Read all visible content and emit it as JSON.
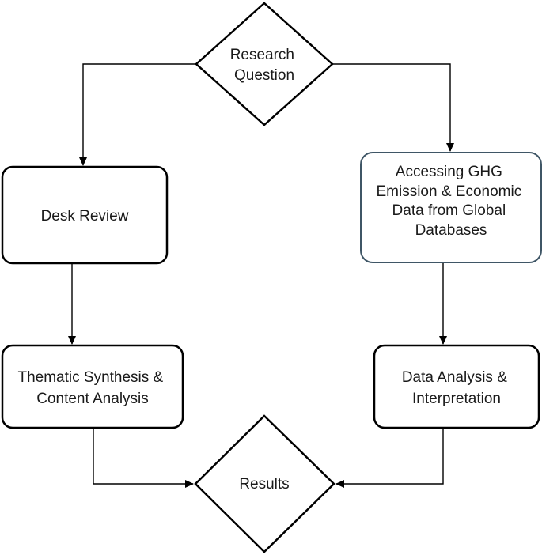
{
  "nodes": {
    "research_question": {
      "lines": [
        "Research",
        "Question"
      ]
    },
    "desk_review": {
      "lines": [
        "Desk Review"
      ]
    },
    "accessing_data": {
      "lines": [
        "Accessing GHG",
        "Emission & Economic",
        "Data from Global",
        "Databases"
      ]
    },
    "thematic_synthesis": {
      "lines": [
        "Thematic Synthesis &",
        "Content Analysis"
      ]
    },
    "data_analysis": {
      "lines": [
        "Data Analysis &",
        "Interpretation"
      ]
    },
    "results": {
      "lines": [
        "Results"
      ]
    }
  },
  "colors": {
    "stroke": "#000000",
    "accent_stroke": "#3f5666",
    "text": "#1a1a1a",
    "fill": "#ffffff"
  }
}
